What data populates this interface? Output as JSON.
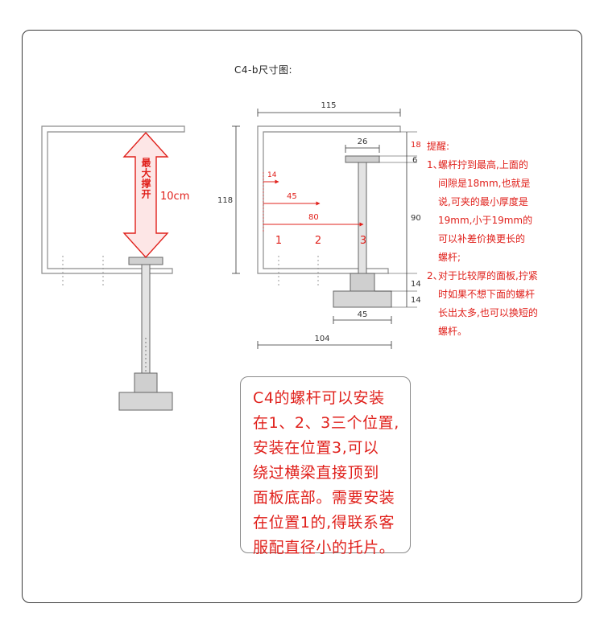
{
  "title": "C4-b尺寸图:",
  "left_diagram": {
    "arrow_label": "最大撑开",
    "arrow_value": "10cm"
  },
  "right_diagram": {
    "dim_width_top": "115",
    "dim_height_total": "118",
    "dim_screw_head": "26",
    "dim_offset_14": "14",
    "dim_offset_45": "45",
    "dim_offset_80": "80",
    "dim_top_gap": "18",
    "dim_upper": "6",
    "dim_middle": "90",
    "dim_lower_1": "14",
    "dim_lower_2": "14",
    "dim_pad_width": "45",
    "dim_bottom_width": "104",
    "position_labels": [
      "1",
      "2",
      "3"
    ]
  },
  "notes": {
    "heading": "提醒:",
    "items": [
      {
        "num": "1、",
        "lines": [
          "螺杆拧到最高,上面的",
          "间隙是18mm,也就是",
          "说,可夹的最小厚度是",
          "19mm,小于19mm的",
          "可以补差价换更长的",
          "螺杆;"
        ]
      },
      {
        "num": "2、",
        "lines": [
          "对于比较厚的面板,拧紧",
          "时如果不想下面的螺杆",
          "长出太多,也可以换短的",
          "螺杆。"
        ]
      }
    ]
  },
  "note_box": {
    "lines": [
      "C4的螺杆可以安装",
      "在1、2、3三个位置,",
      "安装在位置3,可以",
      "绕过横梁直接顶到",
      "面板底部。需要安装",
      "在位置1的,得联系客",
      "服配直径小的托片。"
    ]
  },
  "colors": {
    "accent_red": "#e0201b",
    "frame_stroke": "#8c8c8c",
    "screw_fill": "#dcdcdc",
    "text": "#222222"
  }
}
